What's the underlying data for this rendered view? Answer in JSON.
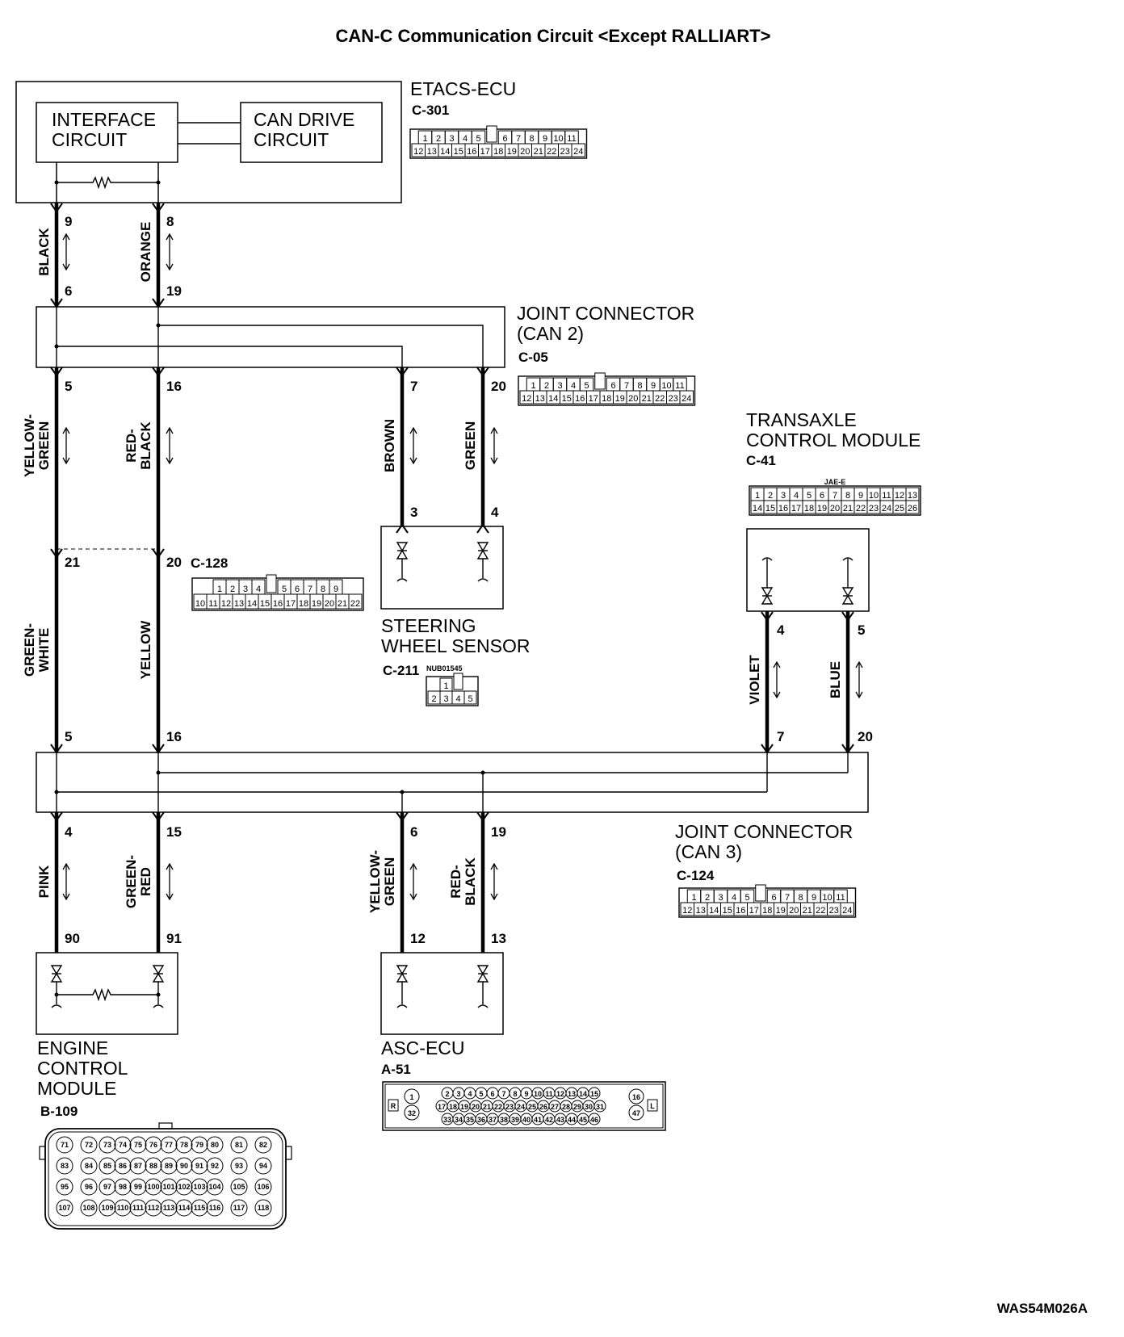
{
  "title": "CAN-C Communication Circuit <Except RALLIART>",
  "figure_code": "WAS54M026A",
  "components": {
    "etacs": {
      "name": "ETACS-ECU",
      "connector": "C-301",
      "interface": [
        "INTERFACE",
        "CIRCUIT"
      ],
      "can_drive": [
        "CAN DRIVE",
        "CIRCUIT"
      ]
    },
    "jc2": {
      "name": [
        "JOINT CONNECTOR",
        "(CAN 2)"
      ],
      "connector": "C-05"
    },
    "tcm": {
      "name": [
        "TRANSAXLE",
        "CONTROL MODULE"
      ],
      "connector": "C-41",
      "tag": "JAE-E"
    },
    "c128": {
      "connector": "C-128"
    },
    "sws": {
      "name": [
        "STEERING",
        "WHEEL SENSOR"
      ],
      "connector": "C-211",
      "tag": "NUB01545"
    },
    "jc3": {
      "name": [
        "JOINT CONNECTOR",
        "(CAN 3)"
      ],
      "connector": "C-124"
    },
    "ecm": {
      "name": [
        "ENGINE",
        "CONTROL",
        "MODULE"
      ],
      "connector": "B-109"
    },
    "asc": {
      "name": "ASC-ECU",
      "connector": "A-51"
    }
  },
  "wires": {
    "etacs_left": {
      "color": "BLACK",
      "top_pin": "9",
      "bottom_pin": "6"
    },
    "etacs_right": {
      "color": "ORANGE",
      "top_pin": "8",
      "bottom_pin": "19"
    },
    "jc2_out1": {
      "color": "YELLOW-GREEN",
      "pin": "5"
    },
    "jc2_out2": {
      "color": "RED-BLACK",
      "pin": "16"
    },
    "jc2_out3": {
      "color": "BROWN",
      "top_pin": "7",
      "bottom_pin": "3"
    },
    "jc2_out4": {
      "color": "GREEN",
      "top_pin": "20",
      "bottom_pin": "4"
    },
    "c128_left": {
      "color": "GREEN-WHITE",
      "top_pin": "21",
      "bottom_pin": "5"
    },
    "c128_right": {
      "color": "YELLOW",
      "top_pin": "20",
      "bottom_pin": "16"
    },
    "tcm_left": {
      "color": "VIOLET",
      "top_pin": "4",
      "bottom_pin": "7"
    },
    "tcm_right": {
      "color": "BLUE",
      "top_pin": "5",
      "bottom_pin": "20"
    },
    "ecm_left": {
      "color": "PINK",
      "top_pin": "4",
      "bottom_pin": "90"
    },
    "ecm_right": {
      "color": "GREEN-RED",
      "top_pin": "15",
      "bottom_pin": "91"
    },
    "asc_left": {
      "color": "YELLOW-GREEN",
      "top_pin": "6",
      "bottom_pin": "12"
    },
    "asc_right": {
      "color": "RED-BLACK",
      "top_pin": "19",
      "bottom_pin": "13"
    }
  },
  "wire_label_lines": {
    "etacs_left": [
      "BLACK"
    ],
    "etacs_right": [
      "ORANGE"
    ],
    "jc2_out1": [
      "YELLOW-",
      "GREEN"
    ],
    "jc2_out2": [
      "RED-",
      "BLACK"
    ],
    "jc2_out3": [
      "BROWN"
    ],
    "jc2_out4": [
      "GREEN"
    ],
    "c128_left": [
      "GREEN-",
      "WHITE"
    ],
    "c128_right": [
      "YELLOW"
    ],
    "tcm_left": [
      "VIOLET"
    ],
    "tcm_right": [
      "BLUE"
    ],
    "ecm_left": [
      "PINK"
    ],
    "ecm_right": [
      "GREEN-",
      "RED"
    ],
    "asc_left": [
      "YELLOW-",
      "GREEN"
    ],
    "asc_right": [
      "RED-",
      "BLACK"
    ]
  },
  "connectors": {
    "c301": {
      "row1": [
        "1",
        "2",
        "3",
        "4",
        "5",
        "",
        "6",
        "7",
        "8",
        "9",
        "10",
        "11"
      ],
      "row2": [
        "12",
        "13",
        "14",
        "15",
        "16",
        "17",
        "18",
        "19",
        "20",
        "21",
        "22",
        "23",
        "24"
      ]
    },
    "c05": {
      "row1": [
        "1",
        "2",
        "3",
        "4",
        "5",
        "",
        "6",
        "7",
        "8",
        "9",
        "10",
        "11"
      ],
      "row2": [
        "12",
        "13",
        "14",
        "15",
        "16",
        "17",
        "18",
        "19",
        "20",
        "21",
        "22",
        "23",
        "24"
      ]
    },
    "c124": {
      "row1": [
        "1",
        "2",
        "3",
        "4",
        "5",
        "",
        "6",
        "7",
        "8",
        "9",
        "10",
        "11"
      ],
      "row2": [
        "12",
        "13",
        "14",
        "15",
        "16",
        "17",
        "18",
        "19",
        "20",
        "21",
        "22",
        "23",
        "24"
      ]
    },
    "c41": {
      "row1": [
        "1",
        "2",
        "3",
        "4",
        "5",
        "6",
        "7",
        "8",
        "9",
        "10",
        "11",
        "12",
        "13"
      ],
      "row2": [
        "14",
        "15",
        "16",
        "17",
        "18",
        "19",
        "20",
        "21",
        "22",
        "23",
        "24",
        "25",
        "26"
      ]
    },
    "c128": {
      "row1": [
        "1",
        "2",
        "3",
        "4",
        "",
        "5",
        "6",
        "7",
        "8",
        "9"
      ],
      "row2": [
        "10",
        "11",
        "12",
        "13",
        "14",
        "15",
        "16",
        "17",
        "18",
        "19",
        "20",
        "21",
        "22"
      ]
    },
    "c211": {
      "row1": [
        "1",
        ""
      ],
      "row2": [
        "2",
        "3",
        "4",
        "5"
      ]
    },
    "a51": {
      "row1": [
        "2",
        "3",
        "4",
        "5",
        "6",
        "7",
        "8",
        "9",
        "10",
        "11",
        "12",
        "13",
        "14",
        "15"
      ],
      "row2": [
        "17",
        "18",
        "19",
        "20",
        "21",
        "22",
        "23",
        "24",
        "25",
        "26",
        "27",
        "28",
        "29",
        "30",
        "31"
      ],
      "row3": [
        "33",
        "34",
        "35",
        "36",
        "37",
        "38",
        "39",
        "40",
        "41",
        "42",
        "43",
        "44",
        "45",
        "46"
      ],
      "left_pins": [
        "1",
        "32"
      ],
      "right_pins": [
        "16",
        "47"
      ],
      "left_tag": "R",
      "right_tag": "L"
    },
    "b109": {
      "row1": [
        "71",
        "72",
        "73",
        "74",
        "75",
        "76",
        "77",
        "78",
        "79",
        "80",
        "81",
        "82"
      ],
      "row2": [
        "83",
        "84",
        "85",
        "86",
        "87",
        "88",
        "89",
        "90",
        "91",
        "92",
        "93",
        "94"
      ],
      "row3": [
        "95",
        "96",
        "97",
        "98",
        "99",
        "100",
        "101",
        "102",
        "103",
        "104",
        "105",
        "106"
      ],
      "row4": [
        "107",
        "108",
        "109",
        "110",
        "111",
        "112",
        "113",
        "114",
        "115",
        "116",
        "117",
        "118"
      ]
    }
  }
}
